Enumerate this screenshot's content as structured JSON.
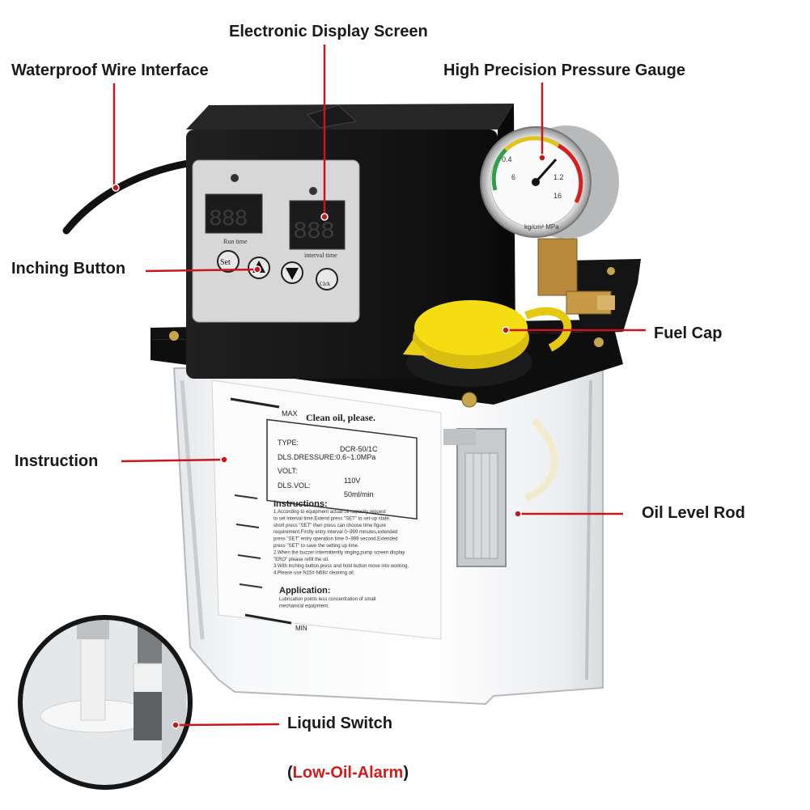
{
  "labels": {
    "electronic_display_screen": "Electronic Display Screen",
    "waterproof_wire_interface": "Waterproof Wire Interface",
    "high_precision_pressure_gauge": "High Precision Pressure Gauge",
    "inching_button": "Inching Button",
    "fuel_cap": "Fuel Cap",
    "instruction": "Instruction",
    "oil_level_rod": "Oil Level Rod",
    "liquid_switch": "Liquid Switch",
    "low_oil_alarm": "Low-Oil-Alarm"
  },
  "panel": {
    "display_left": "888",
    "display_right": "888",
    "run_time": "Run time",
    "interval_time": "interval time",
    "set_button": "Set",
    "clck_button": "Clck"
  },
  "gauge": {
    "unit": "kg/cm² MPa",
    "ticks": [
      "0.4",
      "6",
      "1.2",
      "16"
    ]
  },
  "sticker": {
    "max": "MAX",
    "heading": "Clean oil, please.",
    "type_label": "TYPE:",
    "type_value": "DCR-50/1C",
    "pressure_line": "DLS.DRESSURE:0.6~1.0MPa",
    "volt_label": "VOLT:",
    "volt_value": "110V",
    "vol_label": "DLS.VOL:",
    "vol_value": "50ml/min",
    "instructions_heading": "Instructions:",
    "instructions_text": [
      "1.According to equipment actual oil capacity request",
      "to set interval time.Extend press \"SET\" to set-up state,",
      "short press \"SET\" then press can choose time figure",
      "requirement.Firstly entry interval 0~999 minutes,extended",
      "press \"SET\" entry operation time 0~999 second.Extended",
      "press \"SET\" to save the setting up time.",
      "2.When the buzzer intermittently ringing,pump screen display",
      "\"ERO\" please refill the oil.",
      "3.With inching button,press and hold button move into working.",
      "4.Please use N15#-N68# cleaning oil."
    ],
    "application_heading": "Application:",
    "application_text": [
      "Lubrication points less concentration of small",
      "mechanical equipment."
    ],
    "min": "MIN"
  },
  "colors": {
    "leader_line": "#c8161d",
    "alarm_text": "#d01c1c",
    "cap_yellow": "#f6dc12",
    "body_black": "#151515",
    "panel_gray": "#d6d6d6"
  }
}
